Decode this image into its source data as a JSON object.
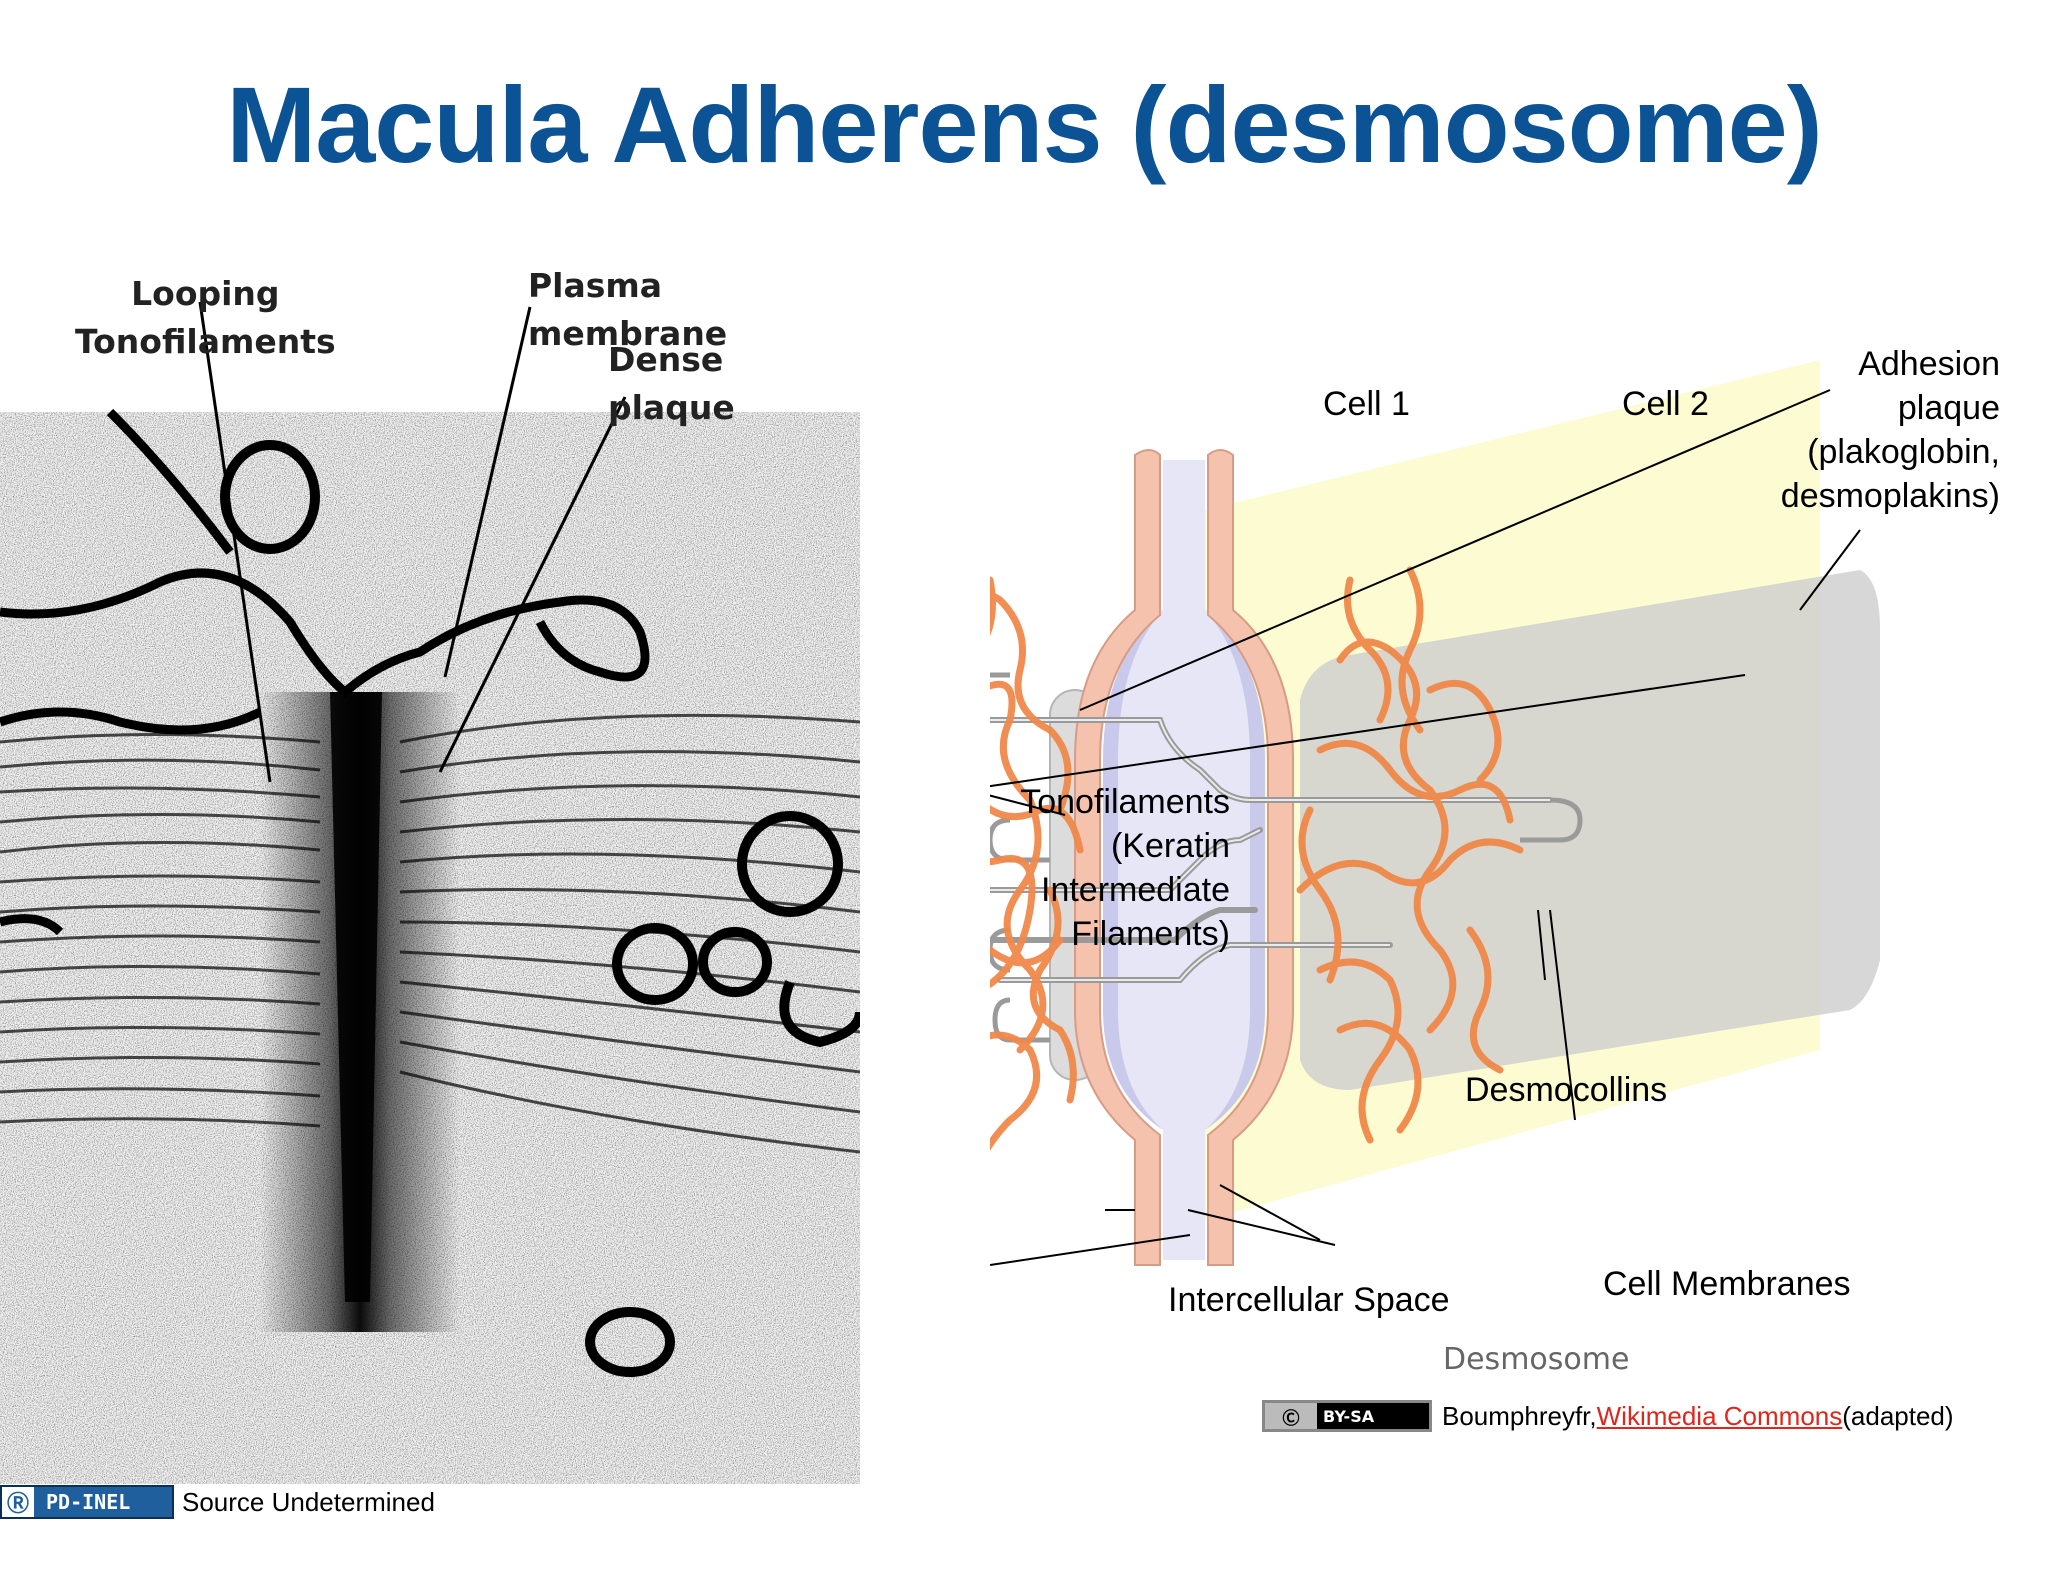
{
  "slide": {
    "title": "Macula Adherens (desmosome)"
  },
  "micrograph": {
    "labels": {
      "looping_tonofilaments": "Looping\nTonofilaments",
      "plasma_membrane": "Plasma membrane",
      "dense_plaque": "Dense plaque"
    },
    "license_badge": "PD-INEL",
    "source": "Source Undetermined"
  },
  "diagram": {
    "labels": {
      "cell1": "Cell 1",
      "cell2": "Cell 2",
      "adhesion_plaque": "Adhesion\nplaque\n(plakoglobin,\ndesmoplakins)",
      "tonofilaments": "Tonofilaments\n(Keratin\nIntermediate\nFilaments)",
      "desmocollins": "Desmocollins",
      "intercellular_space": "Intercellular Space",
      "cell_membranes": "Cell Membranes",
      "caption": "Desmosome"
    },
    "colors": {
      "membrane": "#f4c2ad",
      "intercellular": "#c9c9ec",
      "plaque": "#d8d8d8",
      "filament": "#f0894a",
      "yellow_plane": "#fdfbd0"
    },
    "credit": {
      "license_badge": "BY-SA",
      "author": "Boumphreyfr, ",
      "link_text": "Wikimedia Commons ",
      "suffix": "(adapted)"
    }
  }
}
